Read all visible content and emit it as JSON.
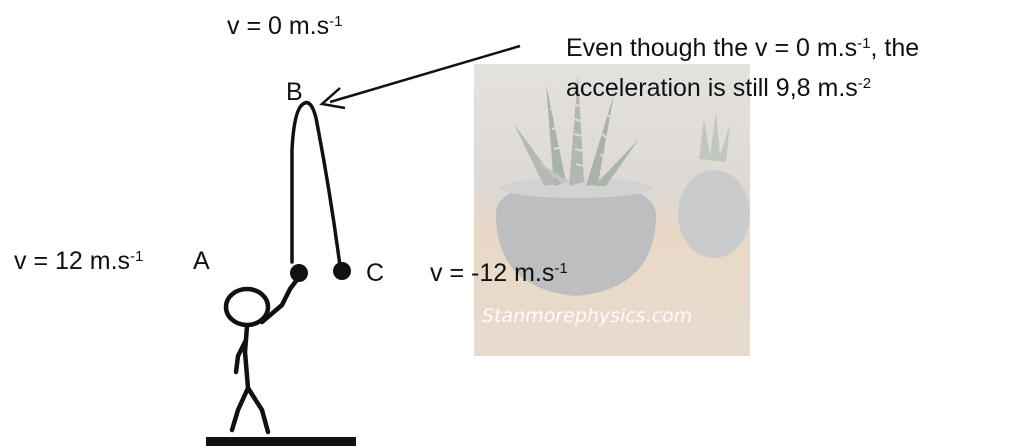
{
  "labels": {
    "v_top": "v = 0 m.s",
    "v_top_exp": "-1",
    "point_a_velocity": "v = 12 m.s",
    "point_a_velocity_exp": "-1",
    "point_a": "A",
    "point_b": "B",
    "point_c": "C",
    "point_c_velocity": "v = -12 m.s",
    "point_c_velocity_exp": "-1"
  },
  "annotation": {
    "line1_pre": "Even though the v = 0 m.s",
    "line1_exp": "-1",
    "line1_post": ", the",
    "line2_pre": "acceleration is still 9,8 m.s",
    "line2_exp": "-2"
  },
  "watermark": "Stanmorephysics.com",
  "icons": [
    "stick-figure-icon",
    "plant-pot-photo"
  ],
  "colors": {
    "ink": "#111111",
    "photo_tint": "#d9d2ca"
  }
}
